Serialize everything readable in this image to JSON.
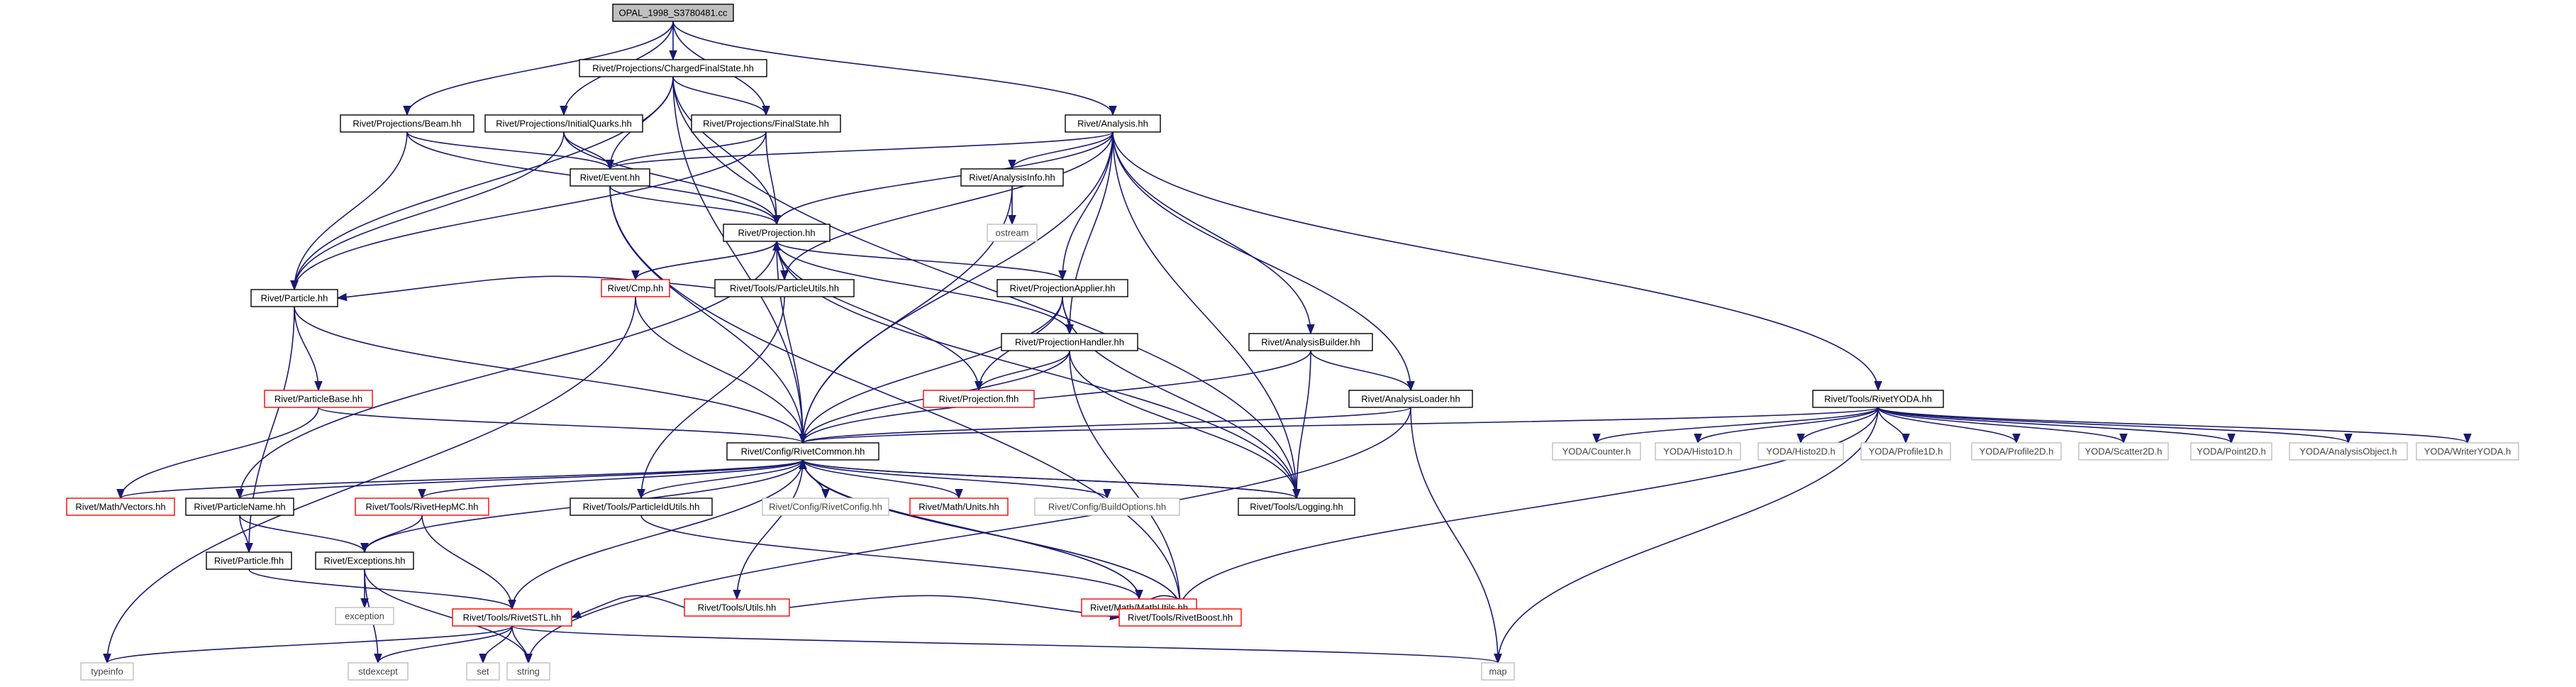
{
  "graph": {
    "nodes": [
      {
        "id": "root",
        "label": "OPAL_1998_S3780481.cc",
        "kind": "root"
      },
      {
        "id": "cfs",
        "label": "Rivet/Projections/ChargedFinalState.hh",
        "kind": "plain"
      },
      {
        "id": "beam",
        "label": "Rivet/Projections/Beam.hh",
        "kind": "plain"
      },
      {
        "id": "iq",
        "label": "Rivet/Projections/InitialQuarks.hh",
        "kind": "plain"
      },
      {
        "id": "fs",
        "label": "Rivet/Projections/FinalState.hh",
        "kind": "plain"
      },
      {
        "id": "analysis",
        "label": "Rivet/Analysis.hh",
        "kind": "plain"
      },
      {
        "id": "event",
        "label": "Rivet/Event.hh",
        "kind": "plain"
      },
      {
        "id": "ainfo",
        "label": "Rivet/AnalysisInfo.hh",
        "kind": "plain"
      },
      {
        "id": "ostream",
        "label": "ostream",
        "kind": "ext"
      },
      {
        "id": "projection",
        "label": "Rivet/Projection.hh",
        "kind": "plain"
      },
      {
        "id": "cmp",
        "label": "Rivet/Cmp.hh",
        "kind": "red"
      },
      {
        "id": "tpu",
        "label": "Rivet/Tools/ParticleUtils.hh",
        "kind": "plain"
      },
      {
        "id": "papplier",
        "label": "Rivet/ProjectionApplier.hh",
        "kind": "plain"
      },
      {
        "id": "particle",
        "label": "Rivet/Particle.hh",
        "kind": "plain"
      },
      {
        "id": "phandler",
        "label": "Rivet/ProjectionHandler.hh",
        "kind": "plain"
      },
      {
        "id": "abuilder",
        "label": "Rivet/AnalysisBuilder.hh",
        "kind": "plain"
      },
      {
        "id": "pbase",
        "label": "Rivet/ParticleBase.hh",
        "kind": "red"
      },
      {
        "id": "pfhh",
        "label": "Rivet/Projection.fhh",
        "kind": "red"
      },
      {
        "id": "aloader",
        "label": "Rivet/AnalysisLoader.hh",
        "kind": "plain"
      },
      {
        "id": "ryoda",
        "label": "Rivet/Tools/RivetYODA.hh",
        "kind": "plain"
      },
      {
        "id": "rcommon",
        "label": "Rivet/Config/RivetCommon.hh",
        "kind": "plain"
      },
      {
        "id": "ycounter",
        "label": "YODA/Counter.h",
        "kind": "ext"
      },
      {
        "id": "yh1",
        "label": "YODA/Histo1D.h",
        "kind": "ext"
      },
      {
        "id": "yh2",
        "label": "YODA/Histo2D.h",
        "kind": "ext"
      },
      {
        "id": "yp1",
        "label": "YODA/Profile1D.h",
        "kind": "ext"
      },
      {
        "id": "yp2",
        "label": "YODA/Profile2D.h",
        "kind": "ext"
      },
      {
        "id": "ys2",
        "label": "YODA/Scatter2D.h",
        "kind": "ext"
      },
      {
        "id": "ypt2",
        "label": "YODA/Point2D.h",
        "kind": "ext"
      },
      {
        "id": "yao",
        "label": "YODA/AnalysisObject.h",
        "kind": "ext"
      },
      {
        "id": "ywriter",
        "label": "YODA/WriterYODA.h",
        "kind": "ext"
      },
      {
        "id": "vectors",
        "label": "Rivet/Math/Vectors.hh",
        "kind": "red"
      },
      {
        "id": "pname",
        "label": "Rivet/ParticleName.hh",
        "kind": "plain"
      },
      {
        "id": "hepmc",
        "label": "Rivet/Tools/RivetHepMC.hh",
        "kind": "red"
      },
      {
        "id": "tpidu",
        "label": "Rivet/Tools/ParticleIdUtils.hh",
        "kind": "plain"
      },
      {
        "id": "rconfig",
        "label": "Rivet/Config/RivetConfig.hh",
        "kind": "ext"
      },
      {
        "id": "units",
        "label": "Rivet/Math/Units.hh",
        "kind": "red"
      },
      {
        "id": "buildopt",
        "label": "Rivet/Config/BuildOptions.hh",
        "kind": "ext"
      },
      {
        "id": "logging",
        "label": "Rivet/Tools/Logging.hh",
        "kind": "plain"
      },
      {
        "id": "pfhhp",
        "label": "Rivet/Particle.fhh",
        "kind": "plain"
      },
      {
        "id": "except",
        "label": "Rivet/Exceptions.hh",
        "kind": "plain"
      },
      {
        "id": "utils",
        "label": "Rivet/Tools/Utils.hh",
        "kind": "red"
      },
      {
        "id": "mathutils",
        "label": "Rivet/Math/MathUtils.hh",
        "kind": "red"
      },
      {
        "id": "exception",
        "label": "exception",
        "kind": "ext"
      },
      {
        "id": "rstl",
        "label": "Rivet/Tools/RivetSTL.hh",
        "kind": "red"
      },
      {
        "id": "rboost",
        "label": "Rivet/Tools/RivetBoost.hh",
        "kind": "red"
      },
      {
        "id": "typeinfo",
        "label": "typeinfo",
        "kind": "ext"
      },
      {
        "id": "stdexcept",
        "label": "stdexcept",
        "kind": "ext"
      },
      {
        "id": "set",
        "label": "set",
        "kind": "ext"
      },
      {
        "id": "string",
        "label": "string",
        "kind": "ext"
      },
      {
        "id": "map",
        "label": "map",
        "kind": "ext"
      }
    ],
    "edges": [
      [
        "root",
        "cfs"
      ],
      [
        "root",
        "beam"
      ],
      [
        "root",
        "iq"
      ],
      [
        "root",
        "fs"
      ],
      [
        "root",
        "analysis"
      ],
      [
        "cfs",
        "fs"
      ],
      [
        "cfs",
        "event"
      ],
      [
        "cfs",
        "projection"
      ],
      [
        "cfs",
        "particle"
      ],
      [
        "cfs",
        "rcommon"
      ],
      [
        "cfs",
        "logging"
      ],
      [
        "beam",
        "event"
      ],
      [
        "beam",
        "projection"
      ],
      [
        "beam",
        "particle"
      ],
      [
        "iq",
        "event"
      ],
      [
        "iq",
        "projection"
      ],
      [
        "iq",
        "particle"
      ],
      [
        "fs",
        "event"
      ],
      [
        "fs",
        "projection"
      ],
      [
        "fs",
        "particle"
      ],
      [
        "analysis",
        "event"
      ],
      [
        "analysis",
        "projection"
      ],
      [
        "analysis",
        "ainfo"
      ],
      [
        "analysis",
        "tpu"
      ],
      [
        "analysis",
        "papplier"
      ],
      [
        "analysis",
        "phandler"
      ],
      [
        "analysis",
        "abuilder"
      ],
      [
        "analysis",
        "aloader"
      ],
      [
        "analysis",
        "ryoda"
      ],
      [
        "analysis",
        "rcommon"
      ],
      [
        "analysis",
        "logging"
      ],
      [
        "event",
        "projection"
      ],
      [
        "event",
        "rcommon"
      ],
      [
        "event",
        "rboost"
      ],
      [
        "ainfo",
        "ostream"
      ],
      [
        "ainfo",
        "rcommon"
      ],
      [
        "projection",
        "cmp"
      ],
      [
        "projection",
        "tpu"
      ],
      [
        "projection",
        "papplier"
      ],
      [
        "projection",
        "phandler"
      ],
      [
        "projection",
        "pfhh"
      ],
      [
        "projection",
        "rcommon"
      ],
      [
        "projection",
        "logging"
      ],
      [
        "projection",
        "pname"
      ],
      [
        "cmp",
        "projection"
      ],
      [
        "cmp",
        "rcommon"
      ],
      [
        "cmp",
        "typeinfo"
      ],
      [
        "tpu",
        "particle"
      ],
      [
        "tpu",
        "tpidu"
      ],
      [
        "papplier",
        "phandler"
      ],
      [
        "papplier",
        "pfhh"
      ],
      [
        "papplier",
        "rcommon"
      ],
      [
        "papplier",
        "logging"
      ],
      [
        "phandler",
        "pfhh"
      ],
      [
        "phandler",
        "rcommon"
      ],
      [
        "phandler",
        "logging"
      ],
      [
        "phandler",
        "rboost"
      ],
      [
        "abuilder",
        "aloader"
      ],
      [
        "abuilder",
        "rcommon"
      ],
      [
        "abuilder",
        "logging"
      ],
      [
        "aloader",
        "rcommon"
      ],
      [
        "aloader",
        "map"
      ],
      [
        "aloader",
        "string"
      ],
      [
        "particle",
        "pbase"
      ],
      [
        "particle",
        "rcommon"
      ],
      [
        "particle",
        "pfhhp"
      ],
      [
        "pbase",
        "rcommon"
      ],
      [
        "pbase",
        "vectors"
      ],
      [
        "ryoda",
        "rcommon"
      ],
      [
        "ryoda",
        "ycounter"
      ],
      [
        "ryoda",
        "yh1"
      ],
      [
        "ryoda",
        "yh2"
      ],
      [
        "ryoda",
        "yp1"
      ],
      [
        "ryoda",
        "yp2"
      ],
      [
        "ryoda",
        "ys2"
      ],
      [
        "ryoda",
        "ypt2"
      ],
      [
        "ryoda",
        "yao"
      ],
      [
        "ryoda",
        "ywriter"
      ],
      [
        "ryoda",
        "rboost"
      ],
      [
        "ryoda",
        "map"
      ],
      [
        "rcommon",
        "vectors"
      ],
      [
        "rcommon",
        "pname"
      ],
      [
        "rcommon",
        "hepmc"
      ],
      [
        "rcommon",
        "tpidu"
      ],
      [
        "rcommon",
        "rconfig"
      ],
      [
        "rcommon",
        "units"
      ],
      [
        "rcommon",
        "buildopt"
      ],
      [
        "rcommon",
        "logging"
      ],
      [
        "rcommon",
        "except"
      ],
      [
        "rcommon",
        "utils"
      ],
      [
        "rcommon",
        "mathutils"
      ],
      [
        "rcommon",
        "rstl"
      ],
      [
        "rcommon",
        "rboost"
      ],
      [
        "logging",
        "rcommon"
      ],
      [
        "pname",
        "pfhhp"
      ],
      [
        "pname",
        "except"
      ],
      [
        "hepmc",
        "except"
      ],
      [
        "hepmc",
        "rstl"
      ],
      [
        "tpidu",
        "mathutils"
      ],
      [
        "mathutils",
        "rboost"
      ],
      [
        "mathutils",
        "rcommon"
      ],
      [
        "pfhhp",
        "rstl"
      ],
      [
        "except",
        "exception"
      ],
      [
        "except",
        "stdexcept"
      ],
      [
        "except",
        "string"
      ],
      [
        "utils",
        "rstl"
      ],
      [
        "utils",
        "rboost"
      ],
      [
        "rboost",
        "rcommon"
      ],
      [
        "rstl",
        "typeinfo"
      ],
      [
        "rstl",
        "stdexcept"
      ],
      [
        "rstl",
        "set"
      ],
      [
        "rstl",
        "string"
      ],
      [
        "rstl",
        "map"
      ]
    ]
  }
}
